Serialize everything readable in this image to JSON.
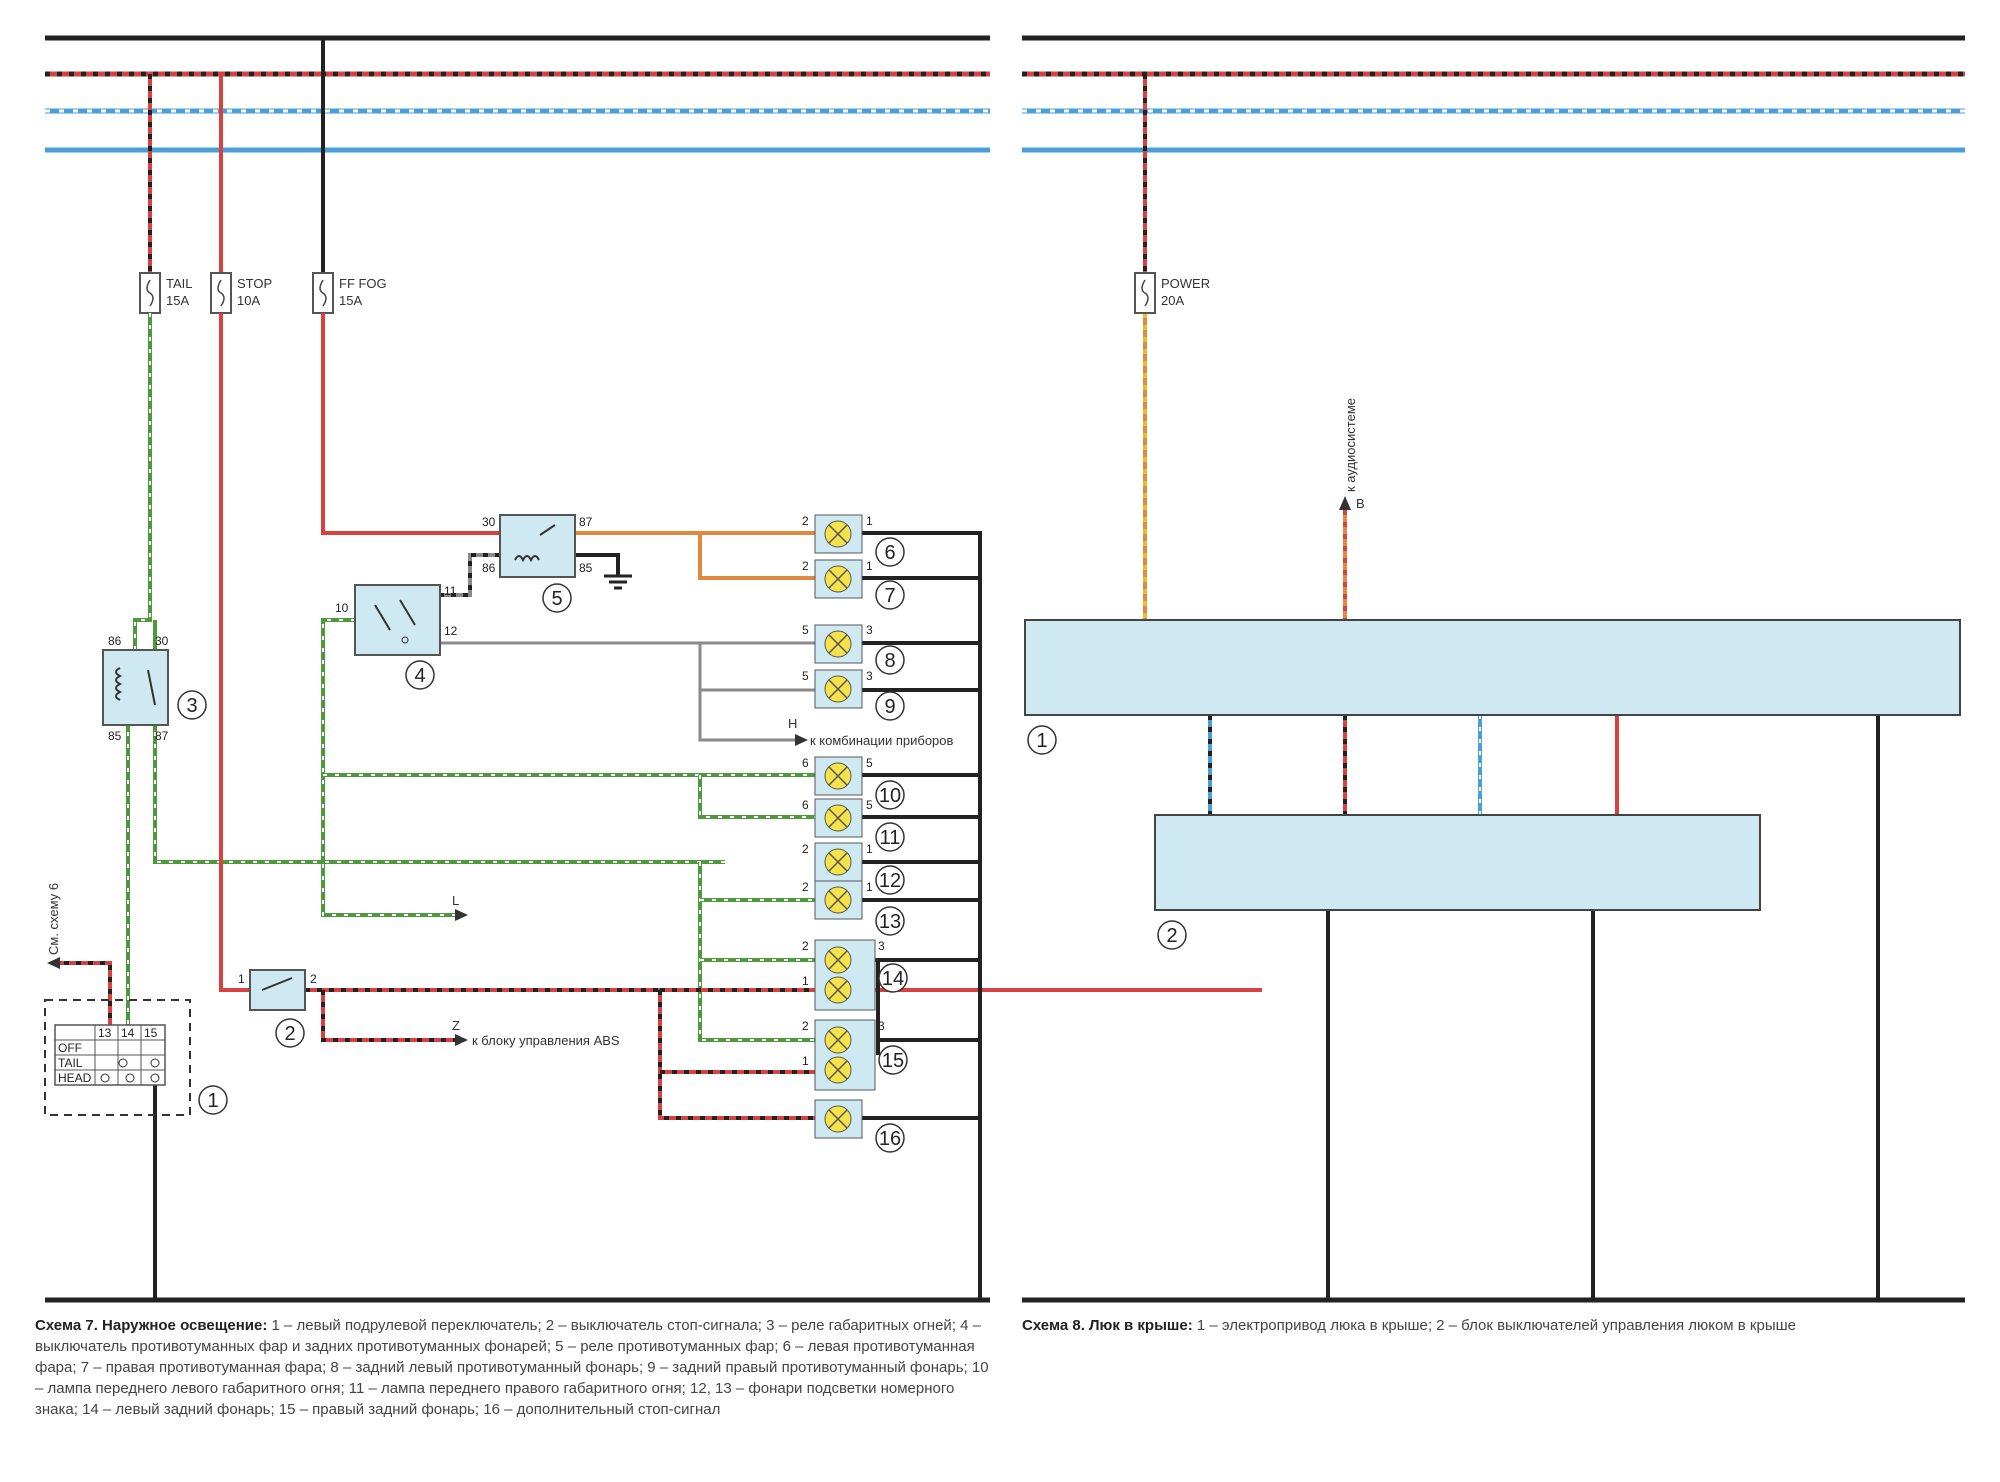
{
  "scheme7": {
    "fuses": [
      {
        "name": "TAIL",
        "rating": "15A"
      },
      {
        "name": "STOP",
        "rating": "10A"
      },
      {
        "name": "FF FOG",
        "rating": "15A"
      }
    ],
    "relay_pins": {
      "p30": "30",
      "p87": "87",
      "p86": "86",
      "p85": "85",
      "r3_86": "86",
      "r3_30": "30",
      "r3_85": "85",
      "r3_87": "87"
    },
    "switch4_pins": {
      "p10": "10",
      "p11": "11",
      "p12": "12"
    },
    "brake_switch_pins": {
      "p1": "1",
      "p2": "2"
    },
    "lamp_pins": [
      "2",
      "1",
      "2",
      "1",
      "5",
      "3",
      "5",
      "3",
      "6",
      "5",
      "6",
      "5",
      "2",
      "1",
      "2",
      "1",
      "2",
      "3",
      "1",
      "2",
      "3",
      "1"
    ],
    "combo_switch": {
      "pins": [
        "13",
        "14",
        "15"
      ],
      "rows": [
        "OFF",
        "TAIL",
        "HEAD"
      ]
    },
    "refs": {
      "H": "H",
      "H_text": "к комбинации приборов",
      "L": "L",
      "Z": "Z",
      "Z_text": "к блоку управления ABS",
      "to_scheme6": "См. схему 6"
    },
    "labels": [
      "1",
      "2",
      "3",
      "4",
      "5",
      "6",
      "7",
      "8",
      "9",
      "10",
      "11",
      "12",
      "13",
      "14",
      "15",
      "16"
    ],
    "caption_title": "Схема 7. Наружное освещение:",
    "caption_text": " 1 – левый подрулевой переключатель; 2 – выключатель стоп-сигнала; 3 – реле габаритных огней; 4 – выключатель противотуманных фар и задних противотуманных фонарей; 5 – реле противотуманных фар; 6 – левая противотуманная фара; 7 – правая противотуманная фара; 8 – задний левый противотуманный фонарь; 9 – задний правый противотуманный фонарь; 10 – лампа переднего левого габаритного огня; 11 – лампа переднего правого габаритного огня; 12, 13 – фонари подсветки номерного знака; 14 – левый задний фонарь; 15 – правый задний фонарь; 16 – дополнительный стоп-сигнал"
  },
  "scheme8": {
    "fuse": {
      "name": "POWER",
      "rating": "20A"
    },
    "ref_B": "B",
    "ref_text": "к аудиосистеме",
    "labels": [
      "1",
      "2"
    ],
    "caption_title": "Схема 8. Люк в крыше:",
    "caption_text": " 1 – электропривод люка в крыше; 2 – блок выключателей управления люком в крыше"
  },
  "colors": {
    "wire_red": "#d94040",
    "wire_black": "#222222",
    "wire_blue": "#4a9fd8",
    "wire_green": "#4c9a3c",
    "wire_gray": "#8a8a8a",
    "wire_orange": "#e08a40",
    "wire_yellow": "#e6c02a",
    "module_fill": "#cfe9f3",
    "lamp_fill": "#f6e24a"
  }
}
